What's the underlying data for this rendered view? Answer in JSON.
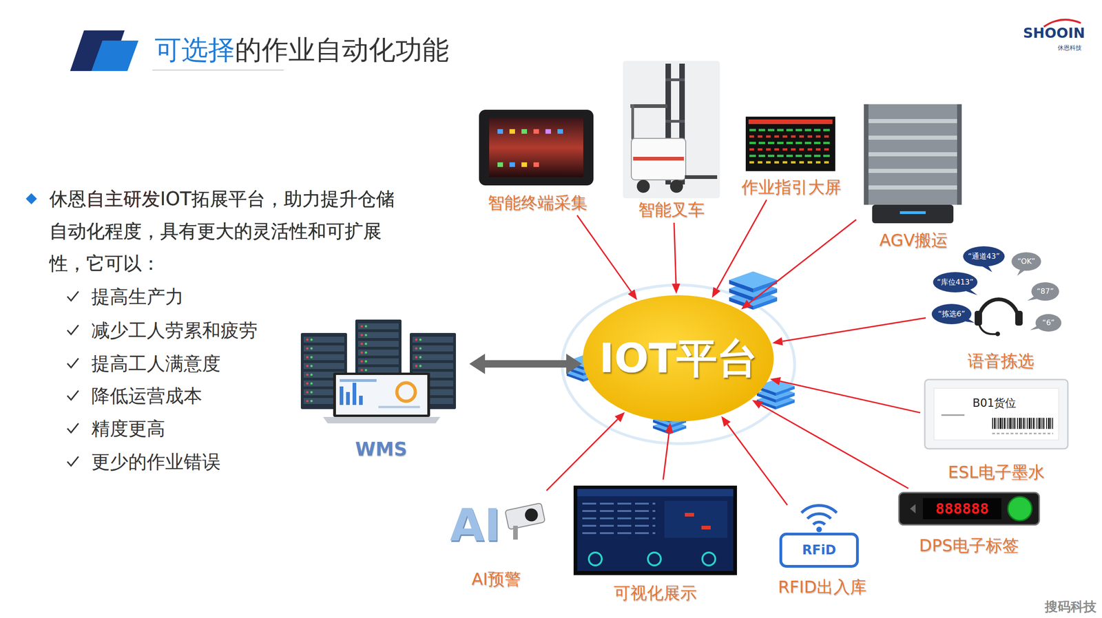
{
  "diagram": {
    "title": "可选择的作业自动化功能",
    "nodes": [
      {
        "text": [
          "智能终端采集"
        ]
      },
      {
        "text": [
          "智能叉车"
        ]
      },
      {
        "text": [
          "作业指引大屏"
        ]
      },
      {
        "text": [
          "AGV搬运"
        ]
      },
      {
        "text": [
          "WMS"
        ]
      },
      {
        "text": [
          "IOT平台"
        ]
      },
      {
        "text": [
          "语音拣选"
        ]
      },
      {
        "text": [
          "ESL电子墨水"
        ]
      },
      {
        "text": [
          "AI预警"
        ]
      },
      {
        "text": [
          "可视化展示"
        ]
      },
      {
        "text": [
          "RFID出入库"
        ]
      },
      {
        "text": [
          "DPS电子标签"
        ]
      }
    ],
    "edges": [
      {
        "from": 4,
        "to": 5,
        "arrow": "both"
      },
      {
        "from": 0,
        "to": 5,
        "arrow": "to"
      },
      {
        "from": 1,
        "to": 5,
        "arrow": "to"
      },
      {
        "from": 2,
        "to": 5,
        "arrow": "to"
      },
      {
        "from": 3,
        "to": 5,
        "arrow": "to"
      },
      {
        "from": 6,
        "to": 5,
        "arrow": "to"
      },
      {
        "from": 7,
        "to": 5,
        "arrow": "to"
      },
      {
        "from": 11,
        "to": 5,
        "arrow": "to"
      },
      {
        "from": 10,
        "to": 5,
        "arrow": "to"
      },
      {
        "from": 9,
        "to": 5,
        "arrow": "to"
      },
      {
        "from": 8,
        "to": 5,
        "arrow": "to"
      }
    ],
    "labels": [
      "SHOOIN",
      "休恩科技",
      "休恩自主研发IOT拓展平台，助力提升仓储自动化程度，具有更大的灵活性和可扩展性，它可以：",
      "提高生产力",
      "减少工人劳累和疲劳",
      "提高工人满意度",
      "降低运营成本",
      "精度更高",
      "更少的作业错误",
      "“通道43”",
      "“OK”",
      "“库位413”",
      "“87”",
      "“拣选6”",
      "“6”",
      "B01货位",
      "888888",
      "RFiD",
      "AI",
      "搜码科技"
    ]
  }
}
